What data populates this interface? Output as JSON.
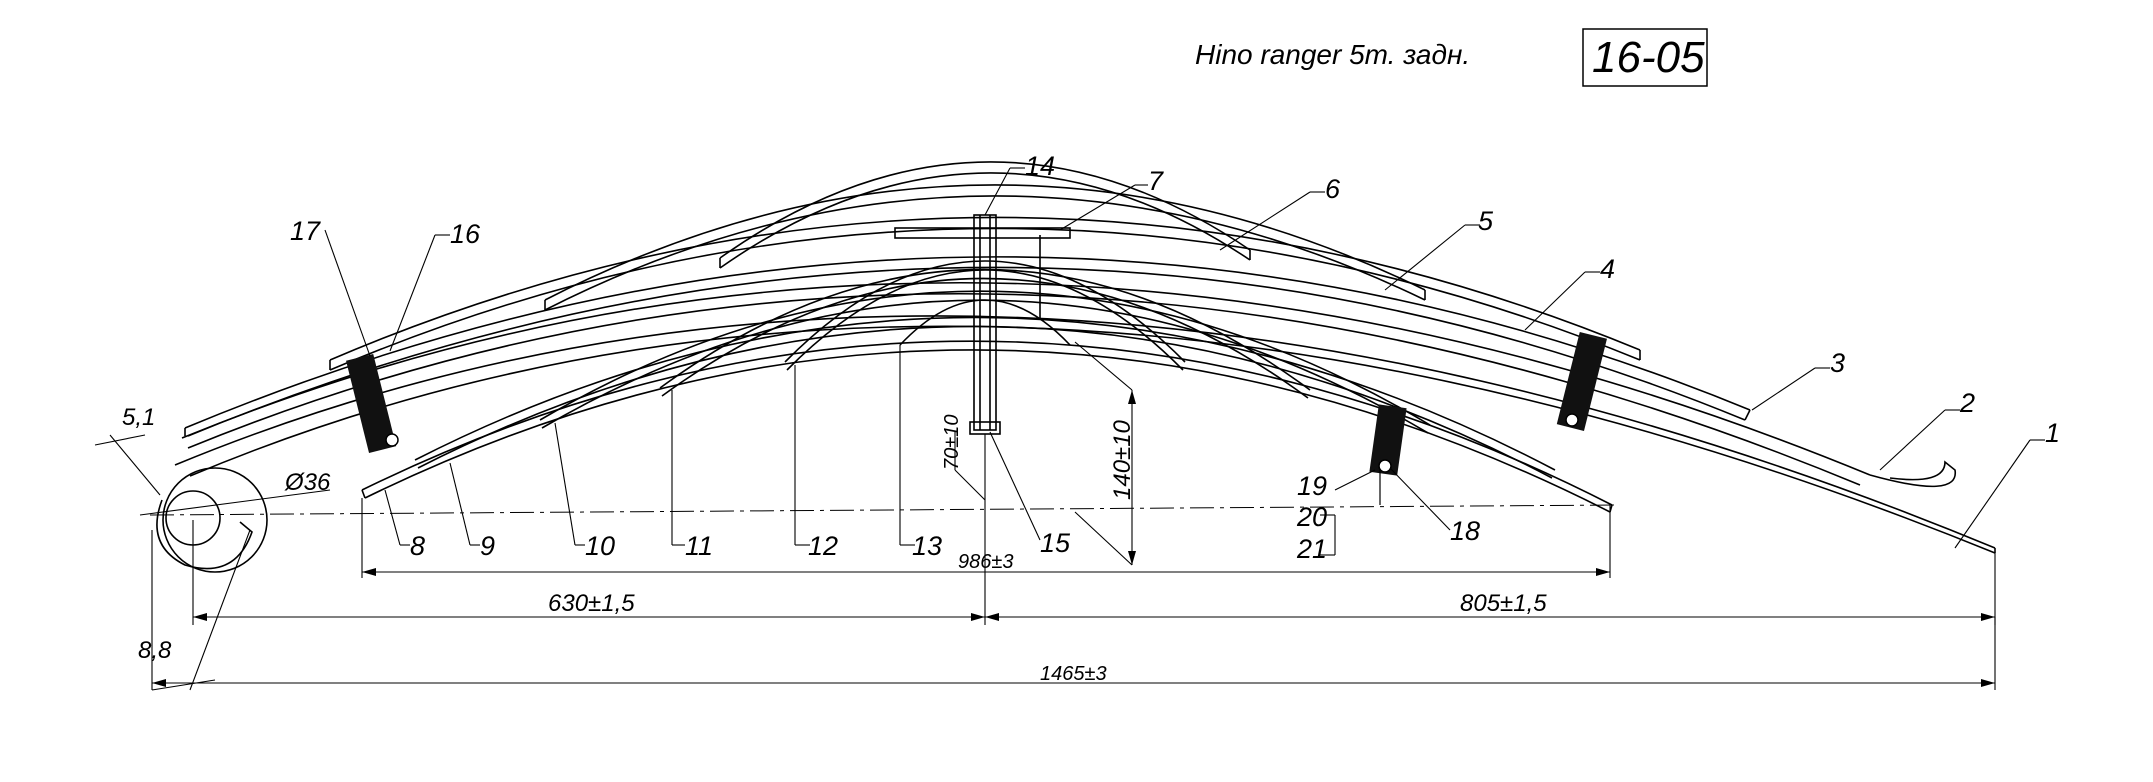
{
  "title": "Hino ranger 5т. задн.",
  "drawing_code": "16-05",
  "part_numbers": [
    "1",
    "2",
    "3",
    "4",
    "5",
    "6",
    "7",
    "8",
    "9",
    "10",
    "11",
    "12",
    "13",
    "14",
    "15",
    "16",
    "17",
    "18",
    "19",
    "20",
    "21"
  ],
  "dimensions": {
    "overall_length": "1465±3",
    "left_length": "630±1,5",
    "right_length": "805±1,5",
    "lower_pack_length": "986±3",
    "arc_height": "140±10",
    "center_bolt_height": "70±10",
    "eye_diameter": "Ø36",
    "top_thickness": "5,1",
    "bottom_thickness": "8,8"
  },
  "colors": {
    "line": "#000000",
    "clamp": "#111111",
    "background": "#ffffff"
  }
}
